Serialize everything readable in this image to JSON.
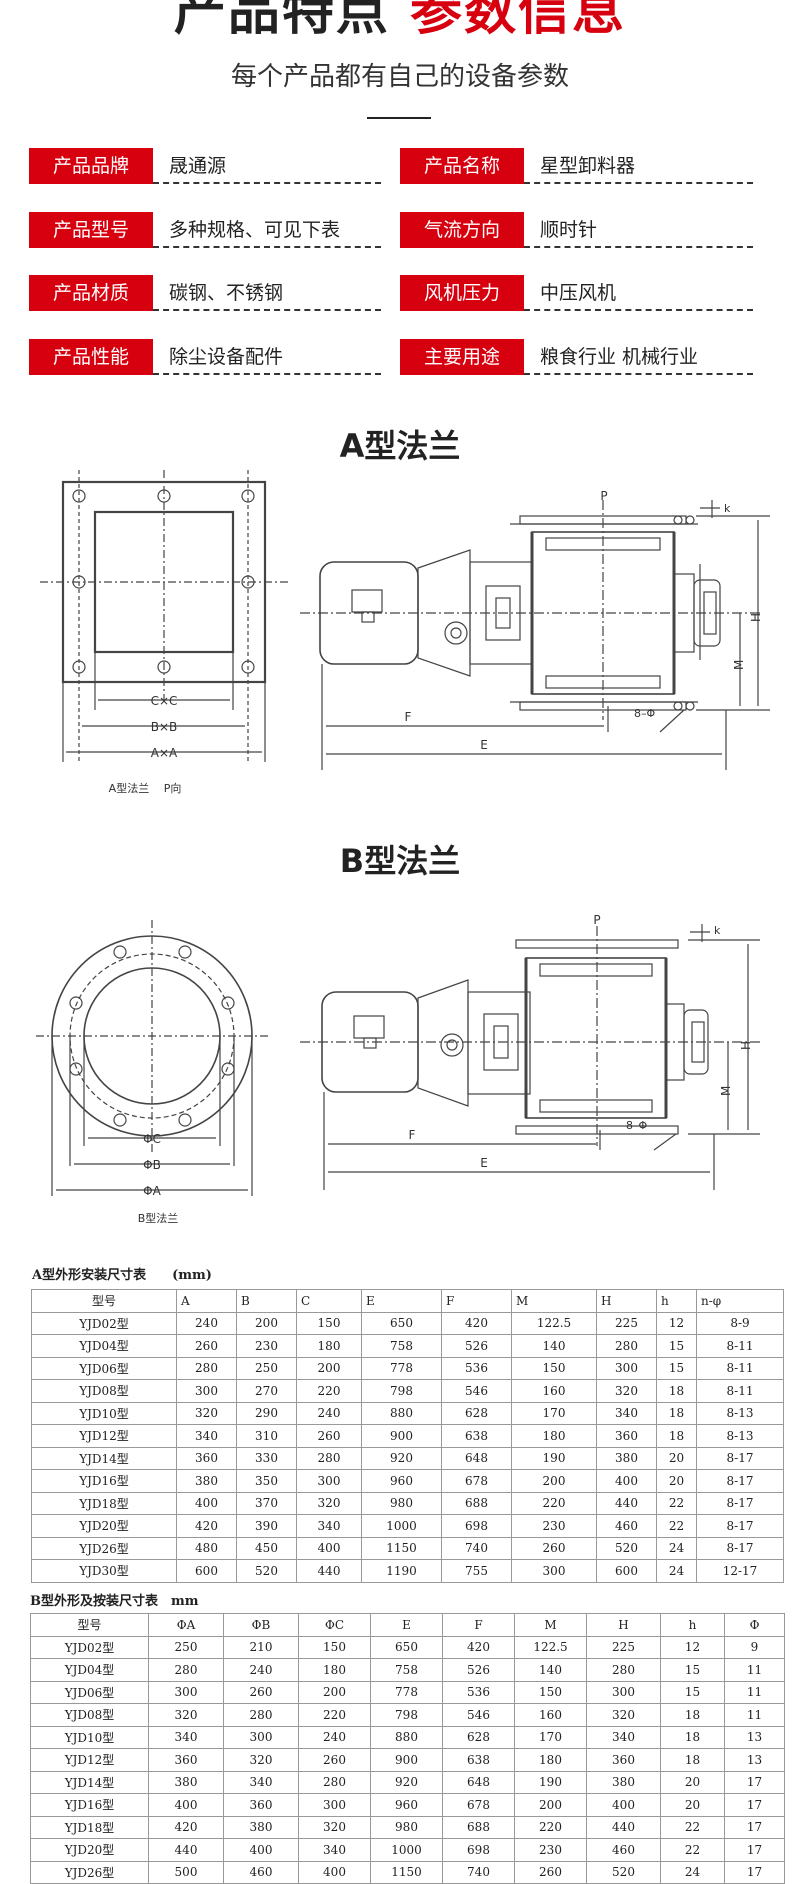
{
  "header": {
    "title_black": "产品特点",
    "title_red": "参数信息",
    "subtitle": "每个产品都有自己的设备参数"
  },
  "specs": [
    {
      "label": "产品品牌",
      "value": "晟通源"
    },
    {
      "label": "产品名称",
      "value": "星型卸料器"
    },
    {
      "label": "产品型号",
      "value": "多种规格、可见下表"
    },
    {
      "label": "气流方向",
      "value": "顺时针"
    },
    {
      "label": "产品材质",
      "value": "碳钢、不锈钢"
    },
    {
      "label": "风机压力",
      "value": "中压风机"
    },
    {
      "label": "产品性能",
      "value": "除尘设备配件"
    },
    {
      "label": "主要用途",
      "value": "粮食行业 机械行业"
    }
  ],
  "flange_a": {
    "title": "A型法兰",
    "caption": "A型法兰　 P向",
    "dims": {
      "cc": "C×C",
      "bb": "B×B",
      "aa": "A×A",
      "f": "F",
      "e": "E",
      "p": "P",
      "k": "k",
      "h": "H",
      "m": "M",
      "n": "8–Φ"
    }
  },
  "flange_b": {
    "title": "B型法兰",
    "caption": "B型法兰",
    "dims": {
      "c": "ΦC",
      "b": "ΦB",
      "a": "ΦA",
      "f": "F",
      "e": "E",
      "p": "P",
      "k": "k",
      "h": "H",
      "m": "M",
      "n": "8–Φ"
    }
  },
  "table_a": {
    "caption": "A型外形安装尺寸表　　(mm)",
    "headers": [
      "型号",
      "A",
      "B",
      "C",
      "E",
      "F",
      "M",
      "H",
      "h",
      "n-φ"
    ],
    "rows": [
      [
        "YJD02型",
        "240",
        "200",
        "150",
        "650",
        "420",
        "122.5",
        "225",
        "12",
        "8-9"
      ],
      [
        "YJD04型",
        "260",
        "230",
        "180",
        "758",
        "526",
        "140",
        "280",
        "15",
        "8-11"
      ],
      [
        "YJD06型",
        "280",
        "250",
        "200",
        "778",
        "536",
        "150",
        "300",
        "15",
        "8-11"
      ],
      [
        "YJD08型",
        "300",
        "270",
        "220",
        "798",
        "546",
        "160",
        "320",
        "18",
        "8-11"
      ],
      [
        "YJD10型",
        "320",
        "290",
        "240",
        "880",
        "628",
        "170",
        "340",
        "18",
        "8-13"
      ],
      [
        "YJD12型",
        "340",
        "310",
        "260",
        "900",
        "638",
        "180",
        "360",
        "18",
        "8-13"
      ],
      [
        "YJD14型",
        "360",
        "330",
        "280",
        "920",
        "648",
        "190",
        "380",
        "20",
        "8-17"
      ],
      [
        "YJD16型",
        "380",
        "350",
        "300",
        "960",
        "678",
        "200",
        "400",
        "20",
        "8-17"
      ],
      [
        "YJD18型",
        "400",
        "370",
        "320",
        "980",
        "688",
        "220",
        "440",
        "22",
        "8-17"
      ],
      [
        "YJD20型",
        "420",
        "390",
        "340",
        "1000",
        "698",
        "230",
        "460",
        "22",
        "8-17"
      ],
      [
        "YJD26型",
        "480",
        "450",
        "400",
        "1150",
        "740",
        "260",
        "520",
        "24",
        "8-17"
      ],
      [
        "YJD30型",
        "600",
        "520",
        "440",
        "1190",
        "755",
        "300",
        "600",
        "24",
        "12-17"
      ]
    ]
  },
  "table_b": {
    "caption": "B型外形及按装尺寸表　mm",
    "headers": [
      "型号",
      "ΦA",
      "ΦB",
      "ΦC",
      "E",
      "F",
      "M",
      "H",
      "h",
      "Φ"
    ],
    "rows": [
      [
        "YJD02型",
        "250",
        "210",
        "150",
        "650",
        "420",
        "122.5",
        "225",
        "12",
        "9"
      ],
      [
        "YJD04型",
        "280",
        "240",
        "180",
        "758",
        "526",
        "140",
        "280",
        "15",
        "11"
      ],
      [
        "YJD06型",
        "300",
        "260",
        "200",
        "778",
        "536",
        "150",
        "300",
        "15",
        "11"
      ],
      [
        "YJD08型",
        "320",
        "280",
        "220",
        "798",
        "546",
        "160",
        "320",
        "18",
        "11"
      ],
      [
        "YJD10型",
        "340",
        "300",
        "240",
        "880",
        "628",
        "170",
        "340",
        "18",
        "13"
      ],
      [
        "YJD12型",
        "360",
        "320",
        "260",
        "900",
        "638",
        "180",
        "360",
        "18",
        "13"
      ],
      [
        "YJD14型",
        "380",
        "340",
        "280",
        "920",
        "648",
        "190",
        "380",
        "20",
        "17"
      ],
      [
        "YJD16型",
        "400",
        "360",
        "300",
        "960",
        "678",
        "200",
        "400",
        "20",
        "17"
      ],
      [
        "YJD18型",
        "420",
        "380",
        "320",
        "980",
        "688",
        "220",
        "440",
        "22",
        "17"
      ],
      [
        "YJD20型",
        "440",
        "400",
        "340",
        "1000",
        "698",
        "230",
        "460",
        "22",
        "17"
      ],
      [
        "YJD26型",
        "500",
        "460",
        "400",
        "1150",
        "740",
        "260",
        "520",
        "24",
        "17"
      ]
    ]
  }
}
